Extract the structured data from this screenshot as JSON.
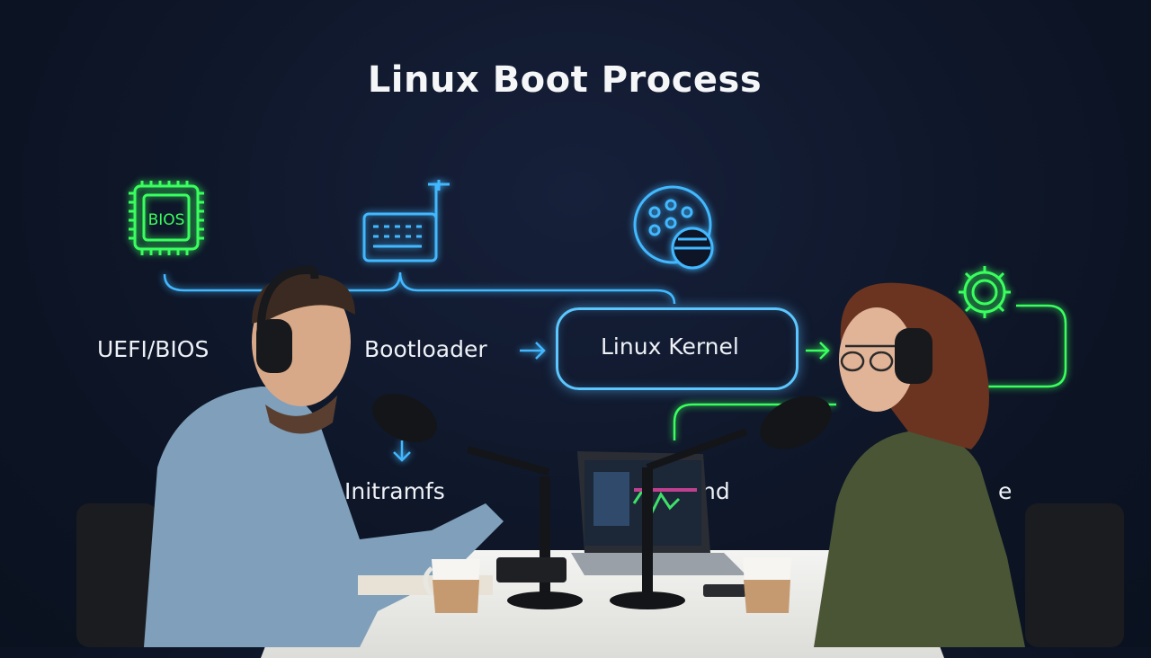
{
  "diagram": {
    "title": "Linux Boot Process",
    "stages": {
      "uefi_bios": "UEFI/BIOS",
      "bootloader": "Bootloader",
      "kernel": "Linux Kernel",
      "initramfs": "Initramfs",
      "systemd": "nd",
      "userspace": "e"
    },
    "chip_text": "BIOS"
  },
  "colors": {
    "green": "#39ff5e",
    "blue": "#42b8ff",
    "background": "#0d1526",
    "table": "#ececea"
  },
  "icons": [
    "chip-icon",
    "keyboard-icon",
    "kernel-disc-icon",
    "gear-icon",
    "arrow-right-icon",
    "arrow-down-icon"
  ]
}
